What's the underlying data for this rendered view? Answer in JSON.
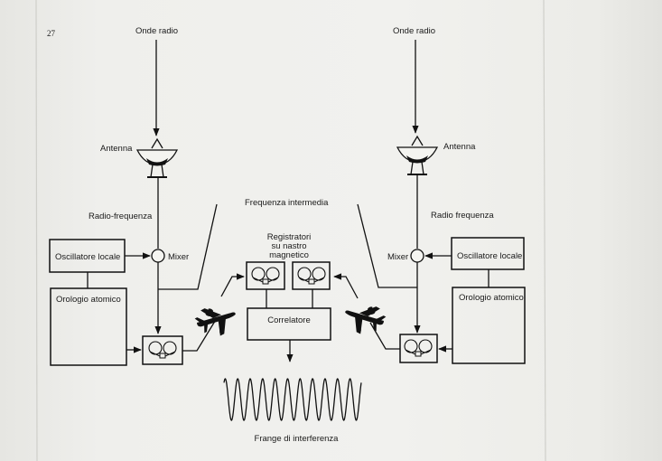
{
  "page_number": "27",
  "labels": {
    "radio_waves_left": "Onde radio",
    "radio_waves_right": "Onde radio",
    "antenna_left": "Antenna",
    "antenna_right": "Antenna",
    "rf_left": "Radio-frequenza",
    "rf_right": "Radio frequenza",
    "intermediate_frequency": "Frequenza intermedia",
    "mixer_left": "Mixer",
    "mixer_right": "Mixer",
    "recorders_line1": "Registratori",
    "recorders_line2": "su nastro",
    "recorders_line3": "magnetico",
    "local_oscillator_left": "Oscillatore locale",
    "local_oscillator_right": "Oscillatore locale",
    "atomic_clock_left": "Orologio atomico",
    "atomic_clock_right": "Orologio atomico",
    "correlator": "Correlatore",
    "fringes": "Frange di interferenza"
  },
  "fringe_cycles": 11
}
